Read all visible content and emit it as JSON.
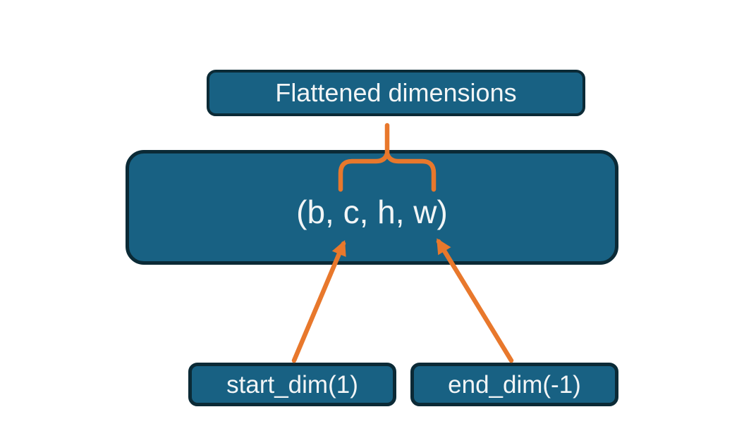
{
  "diagram": {
    "title_box": {
      "label": "Flattened dimensions"
    },
    "tensor_box": {
      "label": "(b, c, h, w)"
    },
    "start_box": {
      "label": "start_dim(1)"
    },
    "end_box": {
      "label": "end_dim(-1)"
    },
    "colors": {
      "background": "#ffffff",
      "box_fill": "#186183",
      "box_border": "#0b2a36",
      "accent_orange": "#e8782c",
      "text": "#f2f5f6"
    }
  }
}
